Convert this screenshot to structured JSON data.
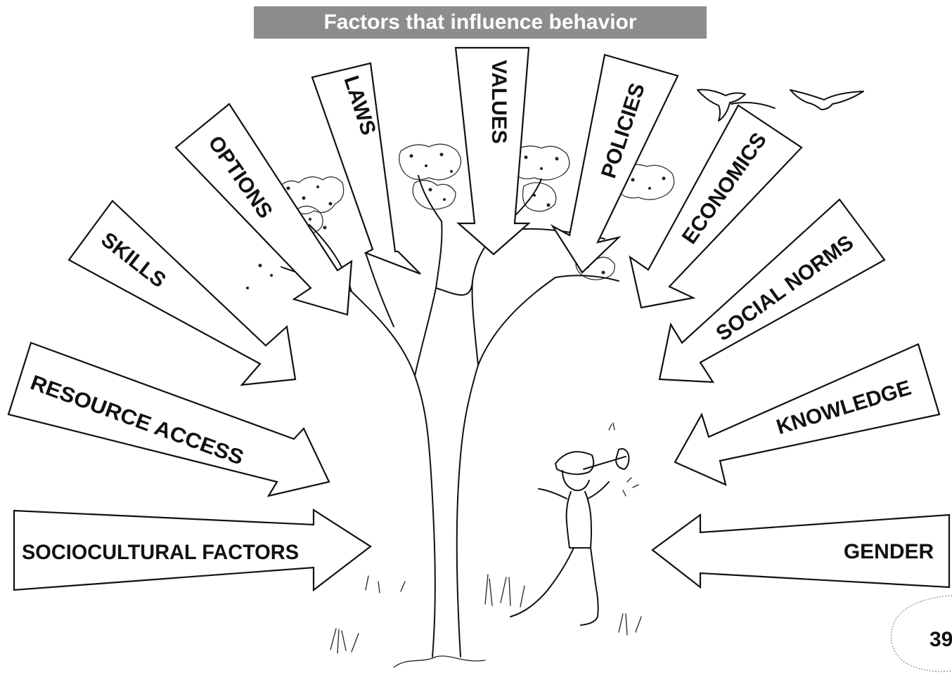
{
  "title": "Factors that influence behavior",
  "factors": {
    "sociocultural": "SOCIOCULTURAL FACTORS",
    "resource_access": "RESOURCE ACCESS",
    "skills": "SKILLS",
    "options": "OPTIONS",
    "laws": "LAWS",
    "values": "VALUES",
    "policies": "POLICIES",
    "economics": "ECONOMICS",
    "social_norms": "SOCIAL NORMS",
    "knowledge": "KNOWLEDGE",
    "gender": "GENDER"
  },
  "page_number": "39",
  "colors": {
    "title_bar": "#8d8d8d",
    "title_text": "#ffffff",
    "outline": "#111111"
  }
}
